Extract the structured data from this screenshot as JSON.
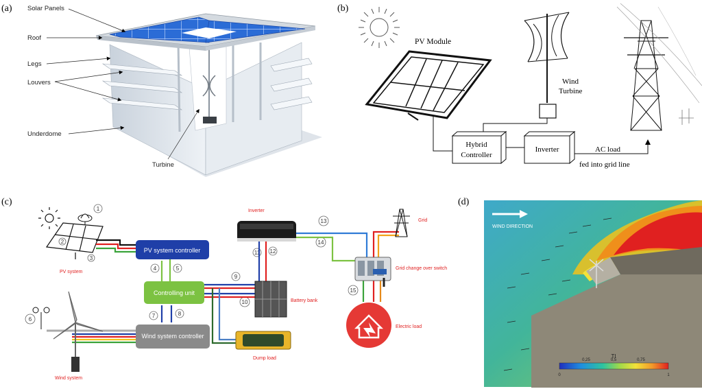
{
  "panels": {
    "a": {
      "tag": "(a)",
      "labels": {
        "solar_panels": "Solar Panels",
        "roof": "Roof",
        "legs": "Legs",
        "louvers": "Louvers",
        "underdome": "Underdome",
        "turbine": "Turbine"
      }
    },
    "b": {
      "tag": "(b)",
      "labels": {
        "pv_module": "PV Module",
        "wind_line1": "Wind",
        "wind_line2": "Turbine",
        "hybrid_line1": "Hybrid",
        "hybrid_line2": "Controller",
        "inverter": "Inverter",
        "ac_line1": "AC load",
        "ac_line2": "fed into grid line"
      }
    },
    "c": {
      "tag": "(c)",
      "labels": {
        "pv_controller": "PV system controller",
        "controlling_unit": "Controlling unit",
        "wind_controller": "Wind system controller",
        "inverter": "Inverter",
        "battery_bank": "Battery bank",
        "dump_load": "Dump load",
        "grid": "Grid",
        "grid_switch": "Grid change over switch",
        "electric_load": "Electric load",
        "pv_system": "PV system",
        "wind_system": "Wind system"
      },
      "numbers": [
        "1",
        "2",
        "3",
        "4",
        "5",
        "6",
        "7",
        "8",
        "9",
        "10",
        "11",
        "12",
        "13",
        "14",
        "15"
      ]
    },
    "d": {
      "tag": "(d)",
      "wind_direction": "WIND DIRECTION",
      "colorbar": {
        "title": "TI",
        "ticks": [
          "0",
          "0,25",
          "0,5",
          "0,75",
          "1"
        ]
      }
    }
  },
  "colors": {
    "panel_blue": "#1f5ec7",
    "pv_ctrl": "#1f3fa8",
    "ctrl_green": "#7cc242",
    "wind_ctrl": "#8a8a8a",
    "label_red": "#e02020",
    "load_red": "#e53935"
  }
}
